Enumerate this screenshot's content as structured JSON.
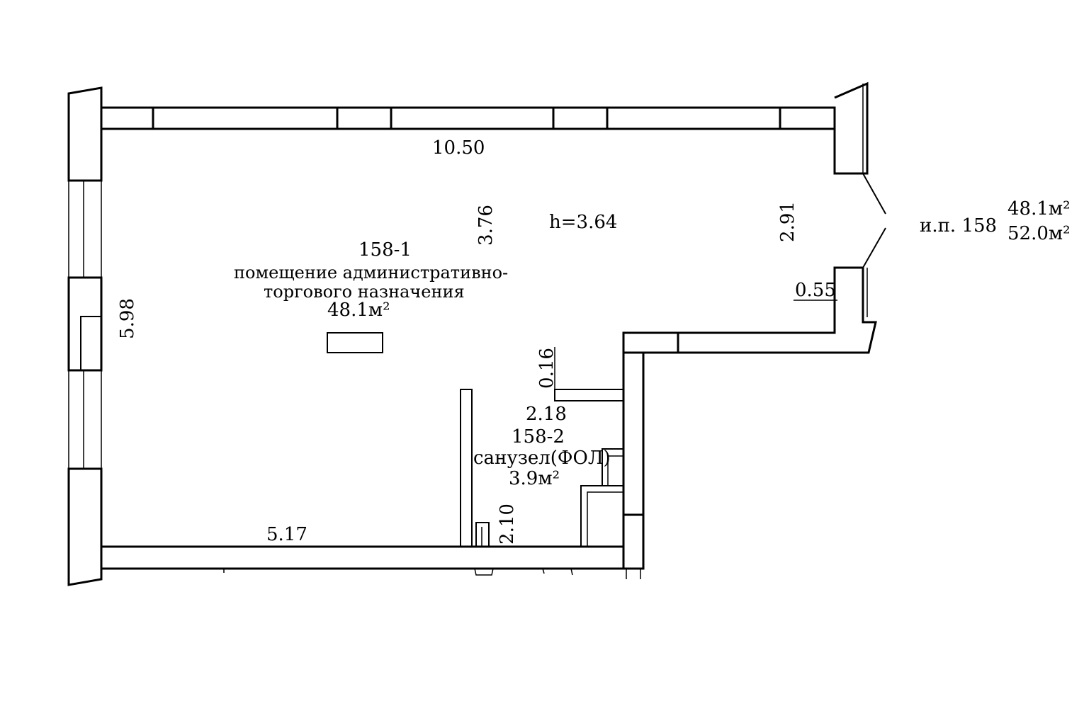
{
  "dimensions": {
    "top_wall_length": "10.50",
    "left_wall_length": "5.98",
    "inner_depth": "3.76",
    "ceiling_height": "h=3.64",
    "right_opening": "2.91",
    "right_step": "0.55",
    "partition_offset": "0.16",
    "bathroom_width": "2.18",
    "bottom_left_length": "5.17",
    "bathroom_depth": "2.10"
  },
  "rooms": [
    {
      "id": "158-1",
      "name_line1": "помещение административно-",
      "name_line2": "торгового назначения",
      "area": "48.1м²"
    },
    {
      "id": "158-2",
      "name": "санузел(ФОЛ)",
      "area": "3.9м²"
    }
  ],
  "premises": {
    "label": "и.п. 158",
    "area_1": "48.1м²",
    "area_2": "52.0м²"
  }
}
